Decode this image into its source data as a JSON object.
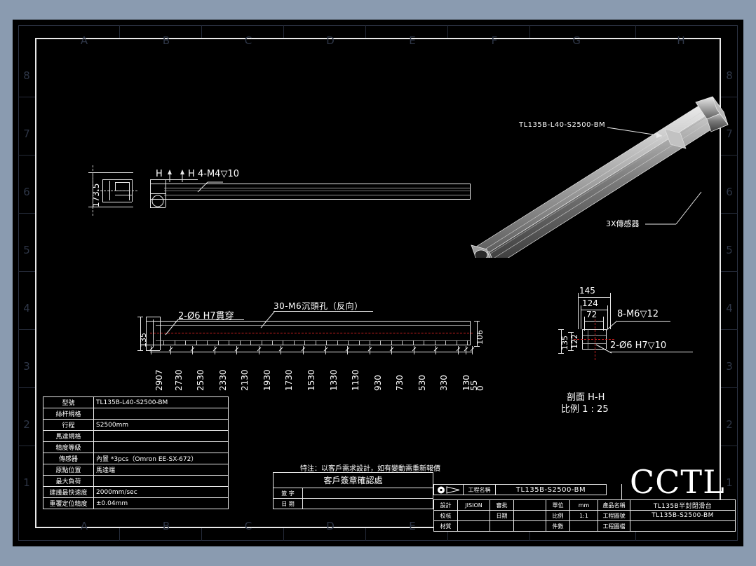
{
  "drawing": {
    "model_code": "TL135B-L40-S2500-BM",
    "iso_label": "TL135B-L40-S2500-BM",
    "sensor_label": "3X傳感器",
    "top_view": {
      "height_dim": "173.5",
      "section_marks": "H",
      "thread_note": "4-M4▽10"
    },
    "plan_view": {
      "hole_note_left": "2-Ø6 H7貫穿",
      "hole_note_top": "30-M6沉頭孔（反向）",
      "height_left": "135",
      "height_right": "106",
      "positions": [
        "2907",
        "2730",
        "2530",
        "2330",
        "2130",
        "1930",
        "1730",
        "1530",
        "1330",
        "1130",
        "930",
        "730",
        "530",
        "330",
        "130",
        "55",
        "0"
      ]
    },
    "section_view": {
      "caption_line1": "剖面 H-H",
      "caption_line2": "比例 1 : 25",
      "dim_145": "145",
      "dim_124": "124",
      "dim_72": "72",
      "dim_135": "135",
      "dim_122": "122",
      "note_m6": "8-M6▽12",
      "note_dowel": "2-Ø6  H7▽10"
    }
  },
  "spec_table": {
    "rows": [
      {
        "key": "型號",
        "value": "TL135B-L40-S2500-BM"
      },
      {
        "key": "絲杆規格",
        "value": ""
      },
      {
        "key": "行程",
        "value": "S2500mm"
      },
      {
        "key": "馬達規格",
        "value": ""
      },
      {
        "key": "精度等級",
        "value": ""
      },
      {
        "key": "傳感器",
        "value": "內置 *3pcs（Omron EE-SX-672）"
      },
      {
        "key": "原點位置",
        "value": "馬達端"
      },
      {
        "key": "最大負荷",
        "value": ""
      },
      {
        "key": "建議最快速度",
        "value": "2000mm/sec"
      },
      {
        "key": "重覆定位精度",
        "value": "±0.04mm"
      }
    ]
  },
  "customer_block": {
    "note": "特注：以客戶需求設計，如有變動需重新報價",
    "header": "客戶簽章確認處",
    "sign_label": "簽 字",
    "date_label": "日 期",
    "sign_value": "",
    "date_value": ""
  },
  "title_block": {
    "project_name_label": "工程名稱",
    "project_name_value": "TL135B-S2500-BM",
    "brand": "CCTL",
    "rows": [
      {
        "k1": "設計",
        "v1": "JISION",
        "k2": "審批",
        "v2": "",
        "k3": "單位",
        "v3": "mm",
        "k4": "產品名稱",
        "v4": "TL135B半封閉滑台"
      },
      {
        "k1": "校核",
        "v1": "",
        "k2": "日期",
        "v2": "",
        "k3": "比例",
        "v3": "1:1",
        "k4": "工程圖號",
        "v4": "TL135B-S2500-BM"
      },
      {
        "k1": "材質",
        "v1": "",
        "k2": "",
        "v2": "",
        "k3": "件數",
        "v3": "",
        "k4": "工程圖檔",
        "v4": ""
      }
    ]
  },
  "zones": {
    "columns": [
      "A",
      "B",
      "C",
      "D",
      "E",
      "F",
      "G",
      "H"
    ],
    "rows": [
      "8",
      "7",
      "6",
      "5",
      "4",
      "3",
      "2",
      "1"
    ]
  },
  "colors": {
    "background": "#8a9bb0",
    "canvas": "#000000",
    "line": "#e9e9e9",
    "centerline": "#d02020",
    "zone": "#2e3647"
  }
}
